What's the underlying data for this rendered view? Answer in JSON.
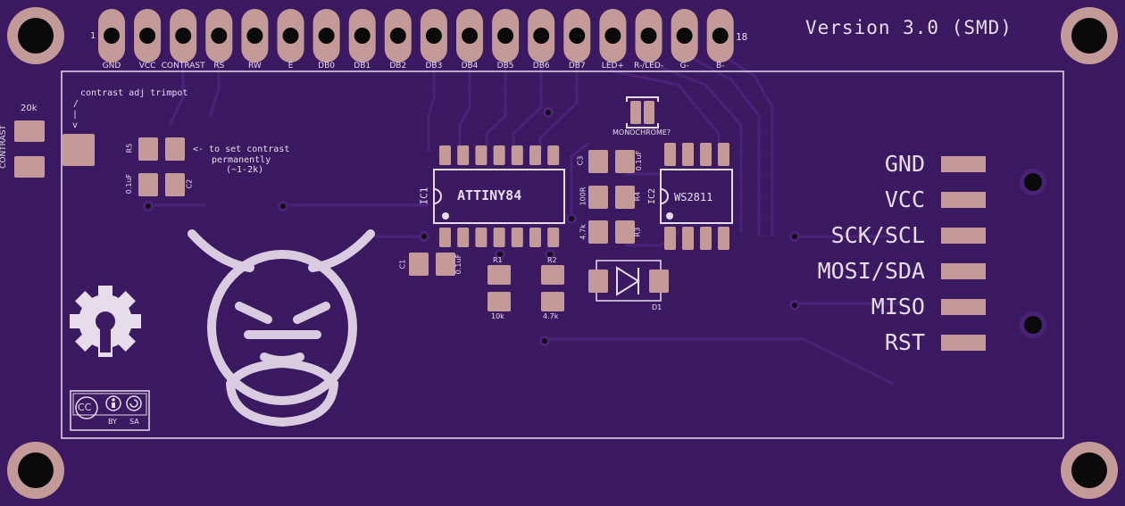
{
  "board": {
    "version_label": "Version 3.0 (SMD)",
    "header_pin_first": "1",
    "header_pin_last": "18",
    "header_pins": [
      "GND",
      "VCC",
      "CONTRAST",
      "RS",
      "RW",
      "E",
      "DB0",
      "DB1",
      "DB2",
      "DB3",
      "DB4",
      "DB5",
      "DB6",
      "DB7",
      "LED+",
      "R-/LED-",
      "G-",
      "B-"
    ],
    "contrast": {
      "side_label": "CONTRAST",
      "pot_value": "20k",
      "trimpot_note": "contrast adj trimpot",
      "arrow_glyphs": [
        "/",
        "|",
        "v"
      ],
      "set_note_lines": [
        "<- to set contrast",
        "permanently",
        "(~1-2k)"
      ]
    },
    "components": {
      "r5": "R5",
      "c2": "C2",
      "c2_value": "0.1uF",
      "ic1_ref": "IC1",
      "ic1_name": "ATTINY84",
      "c1": "C1",
      "c1_value": "0.1uF",
      "r1": "R1",
      "r1_value": "10k",
      "r2": "R2",
      "r2_value": "4.7k",
      "c3": "C3",
      "c3_value": "0.1uF",
      "r4": "R4",
      "r4_value": "100R",
      "r3": "R3",
      "r3_value": "4.7k",
      "ic2_ref": "IC2",
      "ic2_name": "WS2811",
      "d1": "D1",
      "mono_label": "MONOCHROME?"
    },
    "io_pins": [
      "GND",
      "VCC",
      "SCK/SCL",
      "MOSI/SDA",
      "MISO",
      "RST"
    ],
    "license": {
      "cc": "CC",
      "by": "BY",
      "sa": "SA"
    },
    "colors": {
      "board": "#3b1a63",
      "silk": "#e6dcea",
      "pad": "#c49a98",
      "trace": "#4a2379"
    }
  }
}
